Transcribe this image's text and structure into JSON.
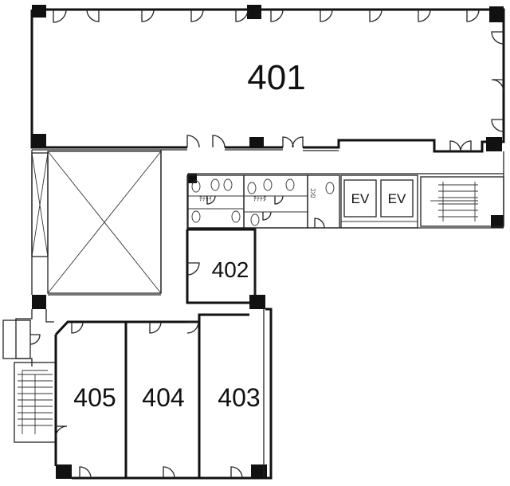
{
  "rooms": {
    "r401": "401",
    "r402": "402",
    "r403": "403",
    "r404": "404",
    "r405": "405"
  },
  "elevators": {
    "ev1": "EV",
    "ev2": "EV"
  },
  "colors": {
    "ink": "#111111",
    "paper": "#ffffff"
  }
}
